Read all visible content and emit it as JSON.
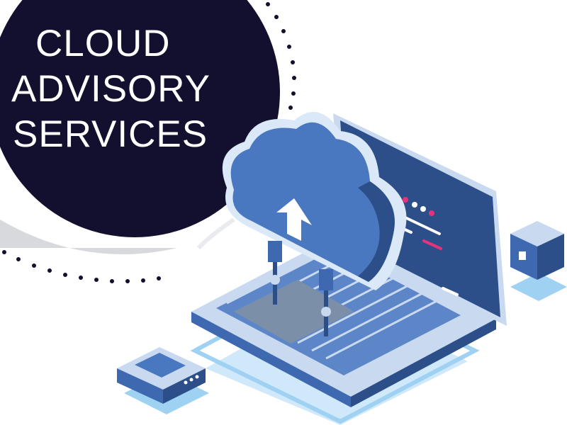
{
  "headline": {
    "line1": "CLOUD",
    "line2": "ADVISORY",
    "line3": "SERVICES"
  },
  "colors": {
    "circle": "#130f2e",
    "laptop_dark": "#2c4f8a",
    "laptop_mid": "#3e69b0",
    "laptop_light": "#c9daf0",
    "cloud": "#4a78c0",
    "cloud_edge": "#dbe8f7",
    "accent_pink": "#e6327a",
    "platform": "#9fd1f3"
  },
  "icons": [
    "cloud-upload-icon",
    "laptop-icon",
    "server-box-icon",
    "cube-icon"
  ]
}
